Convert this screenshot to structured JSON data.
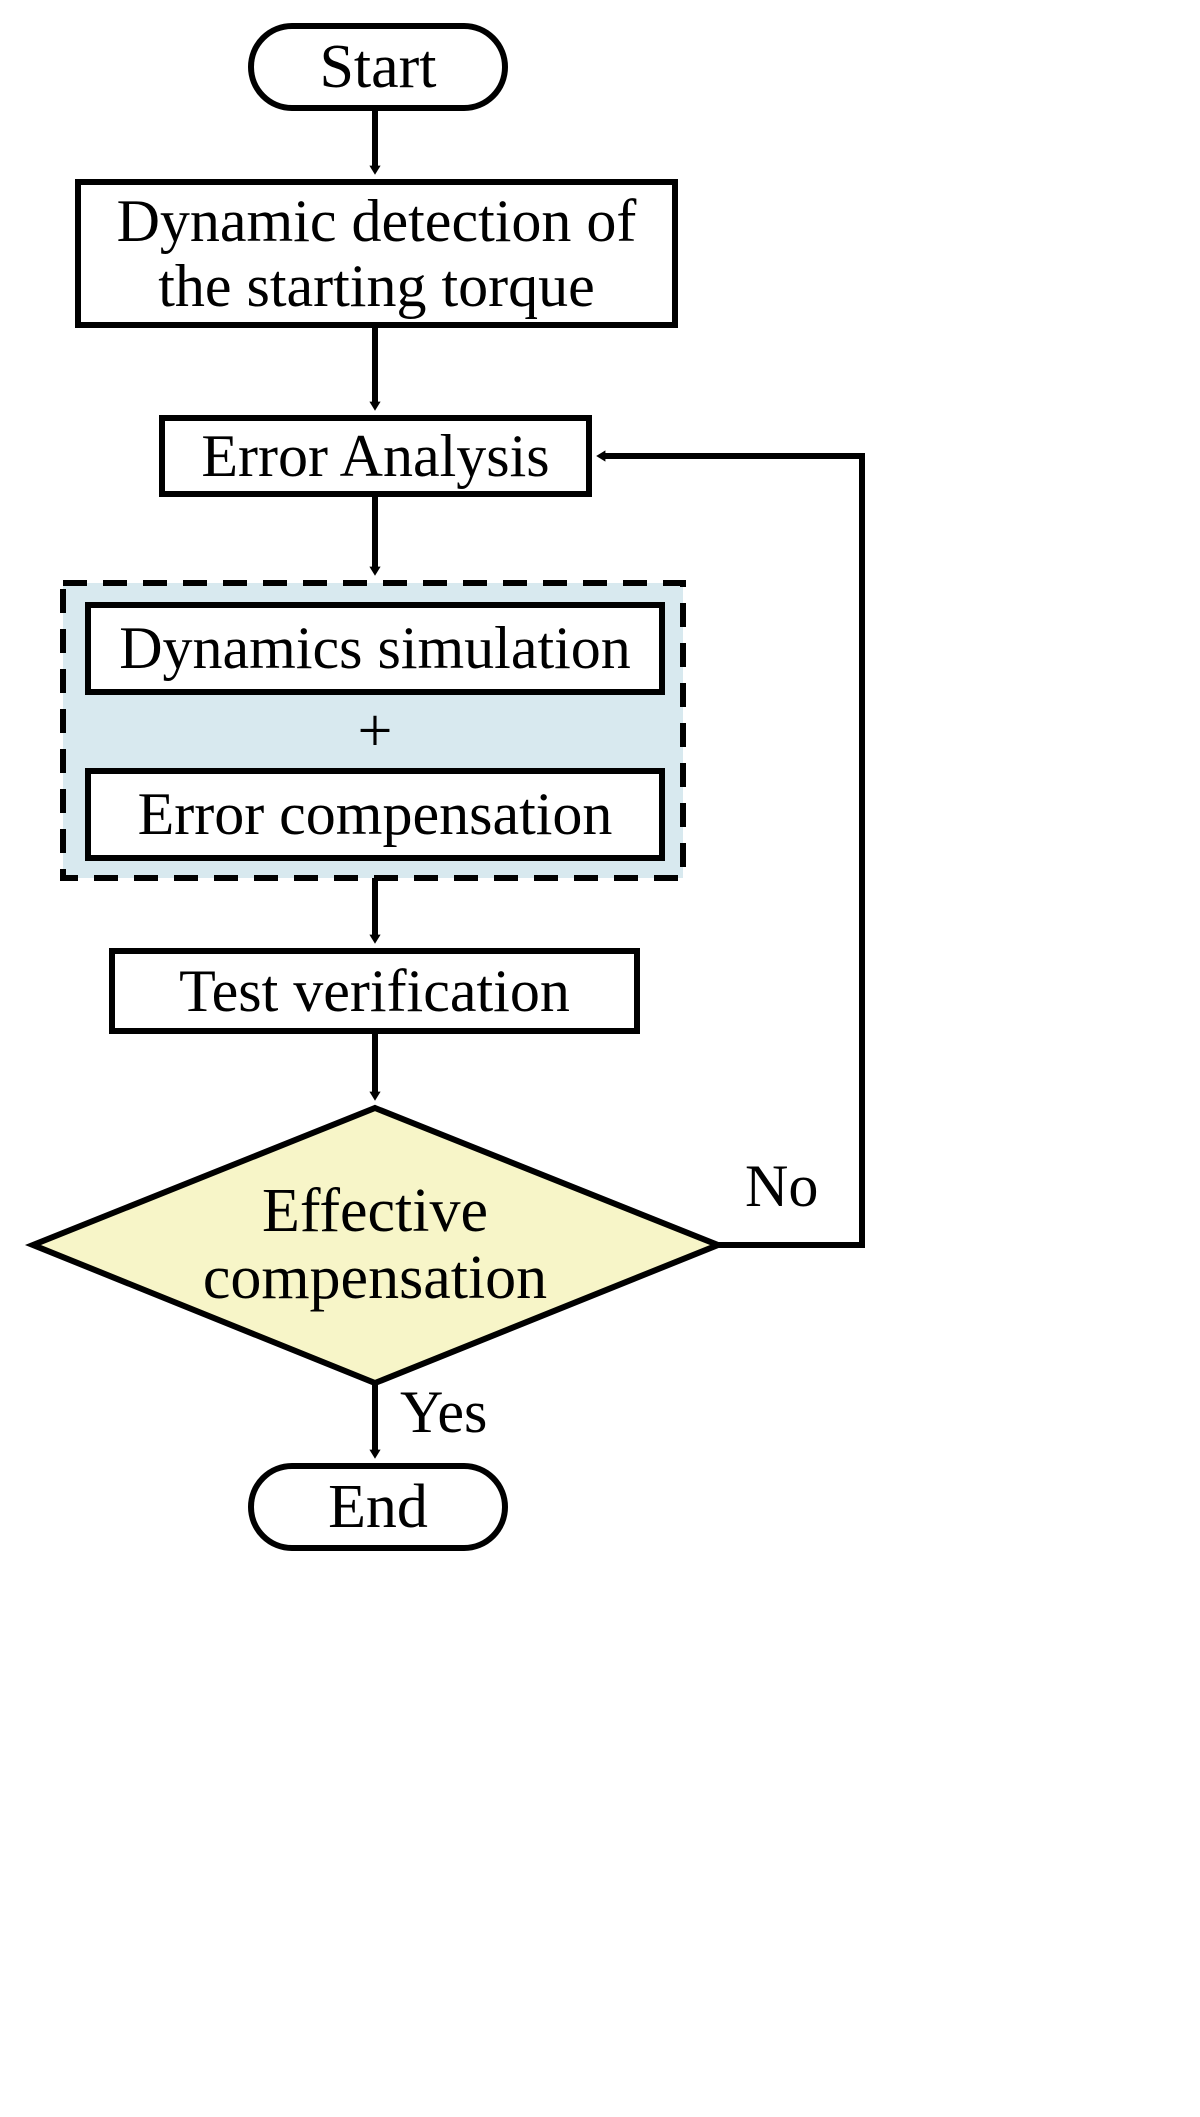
{
  "diagram": {
    "type": "flowchart",
    "orientation": "top-to-bottom",
    "background": "#ffffff",
    "stroke_color": "#000000",
    "text_color": "#000000",
    "group_fill": "#d8e9ef",
    "decision_fill": "#f7f5c8",
    "node_fill": "#ffffff"
  },
  "nodes": {
    "start": {
      "label": "Start",
      "shape": "stadium"
    },
    "detect": {
      "label": "Dynamic detection of\nthe starting torque",
      "shape": "rectangle"
    },
    "error_analysis": {
      "label": "Error Analysis",
      "shape": "rectangle"
    },
    "group": {
      "label": "",
      "shape": "dashed-group",
      "fill": "#d8e9ef",
      "children": {
        "dynamics_sim": {
          "label": "Dynamics simulation",
          "shape": "rectangle"
        },
        "operator": {
          "label": "+",
          "shape": "text"
        },
        "error_comp": {
          "label": "Error compensation",
          "shape": "rectangle"
        }
      }
    },
    "test_verification": {
      "label": "Test verification",
      "shape": "rectangle"
    },
    "decision": {
      "label": "Effective\ncompensation",
      "shape": "diamond",
      "fill": "#f7f5c8"
    },
    "end": {
      "label": "End",
      "shape": "stadium"
    }
  },
  "edges": [
    {
      "from": "start",
      "to": "detect",
      "label": ""
    },
    {
      "from": "detect",
      "to": "error_analysis",
      "label": ""
    },
    {
      "from": "error_analysis",
      "to": "group",
      "label": ""
    },
    {
      "from": "group",
      "to": "test_verification",
      "label": ""
    },
    {
      "from": "test_verification",
      "to": "decision",
      "label": ""
    },
    {
      "from": "decision",
      "to": "error_analysis",
      "label": "No"
    },
    {
      "from": "decision",
      "to": "end",
      "label": "Yes"
    }
  ],
  "edge_labels": {
    "no": "No",
    "yes": "Yes"
  }
}
